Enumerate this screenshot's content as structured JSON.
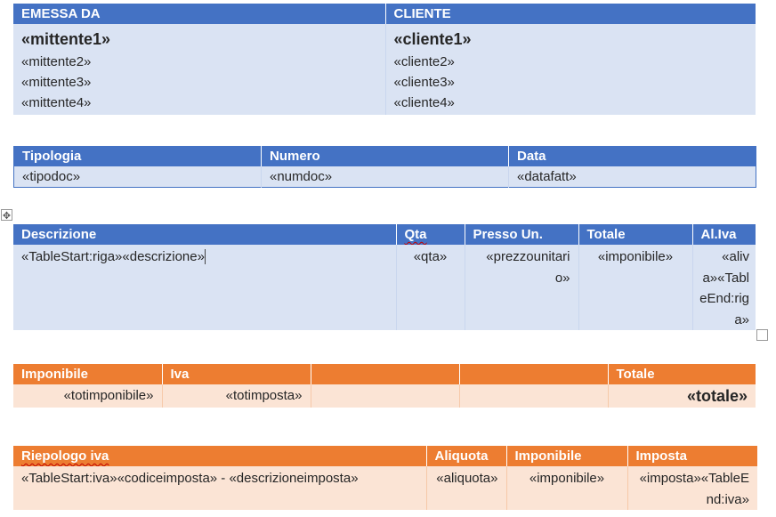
{
  "sender_client": {
    "sender_header": "EMESSA DA",
    "client_header": "CLIENTE",
    "sender_lines": [
      "«mittente1»",
      "«mittente2»",
      "«mittente3»",
      "«mittente4»"
    ],
    "client_lines": [
      "«cliente1»",
      "«cliente2»",
      "«cliente3»",
      "«cliente4»"
    ]
  },
  "doc_info": {
    "headers": [
      "Tipologia",
      "Numero",
      "Data"
    ],
    "values": [
      "«tipodoc»",
      "«numdoc»",
      "«datafatt»"
    ]
  },
  "items": {
    "headers": [
      "Descrizione",
      "Qta",
      "Presso Un.",
      "Totale",
      "Al.Iva"
    ],
    "row": [
      "«TableStart:riga»«descrizione»",
      "«qta»",
      "«prezzounitario»",
      "«imponibile»",
      "«aliva»«TableEnd:riga»"
    ]
  },
  "totals": {
    "headers": [
      "Imponibile",
      "Iva",
      "",
      "",
      "Totale"
    ],
    "values": [
      "«totimponibile»",
      "«totimposta»",
      "",
      "",
      "«totale»"
    ]
  },
  "vat_summary": {
    "headers": [
      "Riepologo iva",
      "Aliquota",
      "Imponibile",
      "Imposta"
    ],
    "row": [
      "«TableStart:iva»«codiceimposta» - «descrizioneimposta»",
      "«aliquota»",
      "«imponibile»",
      "«imposta»«TableEnd:iva»"
    ]
  },
  "icons": {
    "table_move": "move-handle-icon",
    "table_resize": "resize-handle-icon"
  },
  "colors": {
    "blue_header": "#4472c4",
    "blue_light": "#dae3f3",
    "orange_header": "#ed7d31",
    "orange_light": "#fbe4d5"
  }
}
